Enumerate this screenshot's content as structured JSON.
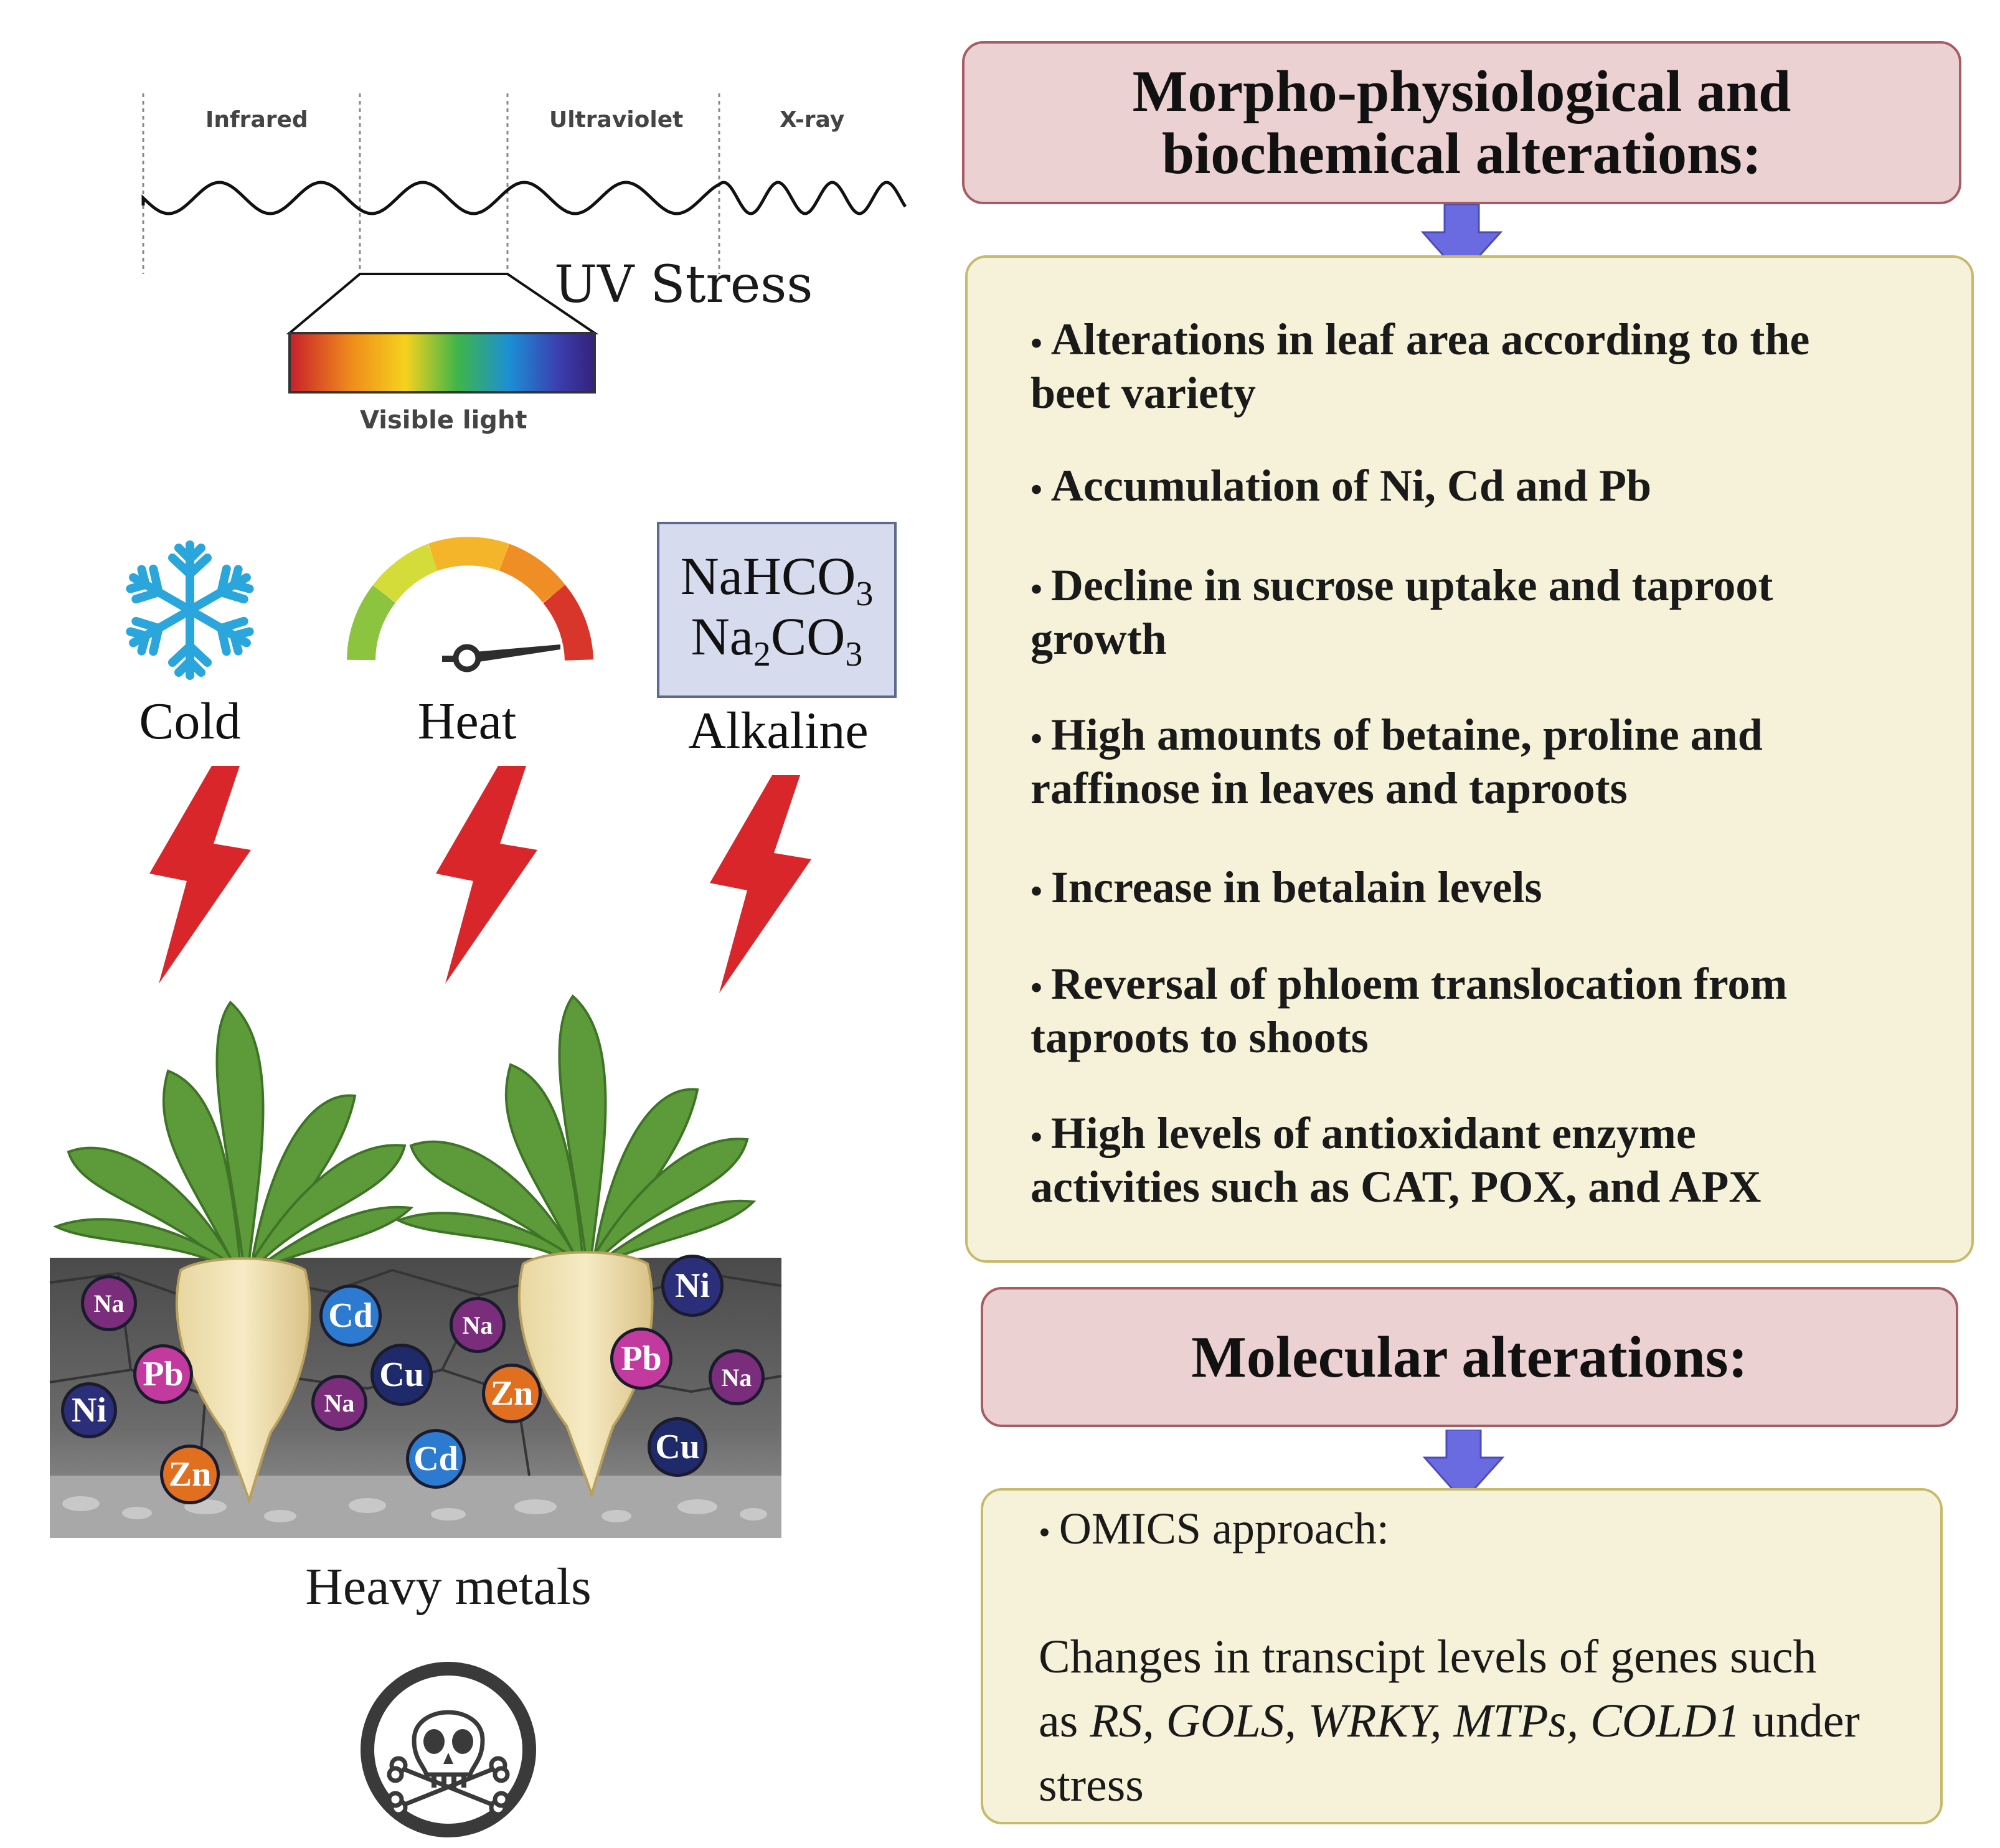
{
  "uv": {
    "bands": [
      "Infrared",
      "Ultraviolet",
      "X-ray"
    ],
    "visible_label": "Visible light",
    "title": "UV Stress"
  },
  "stresses": {
    "cold": "Cold",
    "heat": "Heat",
    "alkaline": "Alkaline",
    "alkaline_formula_1": "NaHCO",
    "alkaline_formula_1_sub": "3",
    "alkaline_formula_2_a": "Na",
    "alkaline_formula_2_sub1": "2",
    "alkaline_formula_2_b": "CO",
    "alkaline_formula_2_sub2": "3"
  },
  "soil": {
    "label": "Heavy metals",
    "ions": [
      "Na",
      "Pb",
      "Ni",
      "Zn",
      "Cd",
      "Cu",
      "Na",
      "Na",
      "Zn",
      "Cd",
      "Ni",
      "Pb",
      "Na",
      "Cu"
    ]
  },
  "morpho": {
    "heading_line1": "Morpho-physiological and",
    "heading_line2": "biochemical alterations:",
    "bullets": [
      {
        "line1": "Alterations in leaf area according to the",
        "line2": "beet variety"
      },
      {
        "line1": "Accumulation of Ni, Cd and Pb",
        "line2": ""
      },
      {
        "line1": "Decline in sucrose uptake and taproot",
        "line2": "growth"
      },
      {
        "line1": "High amounts of  betaine, proline and",
        "line2": "raffinose in leaves and taproots"
      },
      {
        "line1": "Increase in betalain levels",
        "line2": ""
      },
      {
        "line1": "Reversal of phloem translocation from",
        "line2": "taproots to shoots"
      },
      {
        "line1": "High levels of antioxidant enzyme",
        "line2": "activities such as CAT, POX, and  APX"
      }
    ]
  },
  "molecular": {
    "heading": "Molecular alterations:",
    "omics": "OMICS  approach:",
    "change_line1": "Changes in transcipt levels of genes such",
    "as": "as ",
    "genes": "RS, GOLS, WRKY, MTPs, COLD1",
    "under": " under",
    "stress": "stress"
  },
  "colors": {
    "pink_box": "#ecd1d2",
    "pink_border": "#a65c61",
    "yellow_box": "#f5f2d9",
    "yellow_border": "#c7ba6b",
    "arrow": "#6a6be0",
    "bolt": "#d8262a",
    "snow": "#2aa6dc"
  },
  "icons": [
    "snowflake-icon",
    "gauge-icon",
    "lightning-icon",
    "skull-crossbones-icon",
    "down-arrow-icon"
  ]
}
